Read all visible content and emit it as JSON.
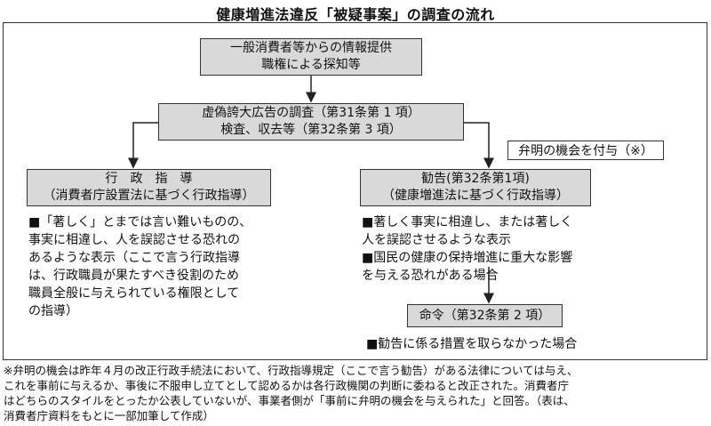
{
  "title": "健康増進法違反「被疑事案」の調査の流れ",
  "nodes": {
    "top": [
      "一般消費者等からの情報提供",
      "職権による探知等"
    ],
    "investigation": [
      "虚偽誇大広告の調査（第31条第 1 項）",
      "検査、収去等（第32条第 3 項）"
    ],
    "admin_guidance": [
      "行　政　指　導",
      "（消費者庁設置法に基づく行政指導）"
    ],
    "recommendation": [
      "勧告(第32条第1項)",
      "（健康増進法に基づく行政指導）"
    ],
    "order": "命令（第32条第 2 項）",
    "hearing": "弁明の機会を付与（※）"
  },
  "notes": {
    "admin_guidance": "■「著しく」とまでは言い難いものの、\n事実に相違し、人を誤認させる恐れの\nあるような表示（ここで言う行政指導\nは、行政職員が果たすべき役割のため\n職員全般に与えられている権限として\nの指導）",
    "recommendation": "■著しく事実に相違し、または著しく\n人を誤認させるような表示\n■国民の健康の保持増進に重大な影響\nを与える恐れがある場合",
    "order": "■勧告に係る措置を取らなかった場合"
  },
  "footnote": "※弁明の機会は昨年４月の改正行政手続法において、行政指導規定（ここで言う勧告）がある法律については与え、\nこれを事前に与えるか、事後に不服申し立てとして認めるかは各行政機関の判断に委ねると改正された。消費者庁\nはどちらのスタイルをとったか公表していないが、事業者側が「事前に弁明の機会を与えられた」と回答。（表は、\n消費者庁資料をもとに一部加筆して作成）"
}
